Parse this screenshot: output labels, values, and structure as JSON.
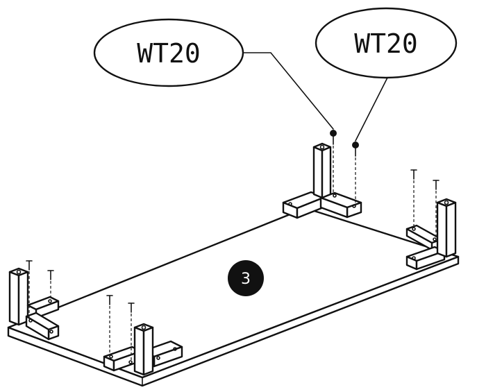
{
  "callouts": [
    {
      "label": "WT20"
    },
    {
      "label": "WT20"
    }
  ],
  "step": {
    "number": "3"
  },
  "colors": {
    "ink": "#111111",
    "background": "#ffffff",
    "step_badge": "#111111"
  }
}
